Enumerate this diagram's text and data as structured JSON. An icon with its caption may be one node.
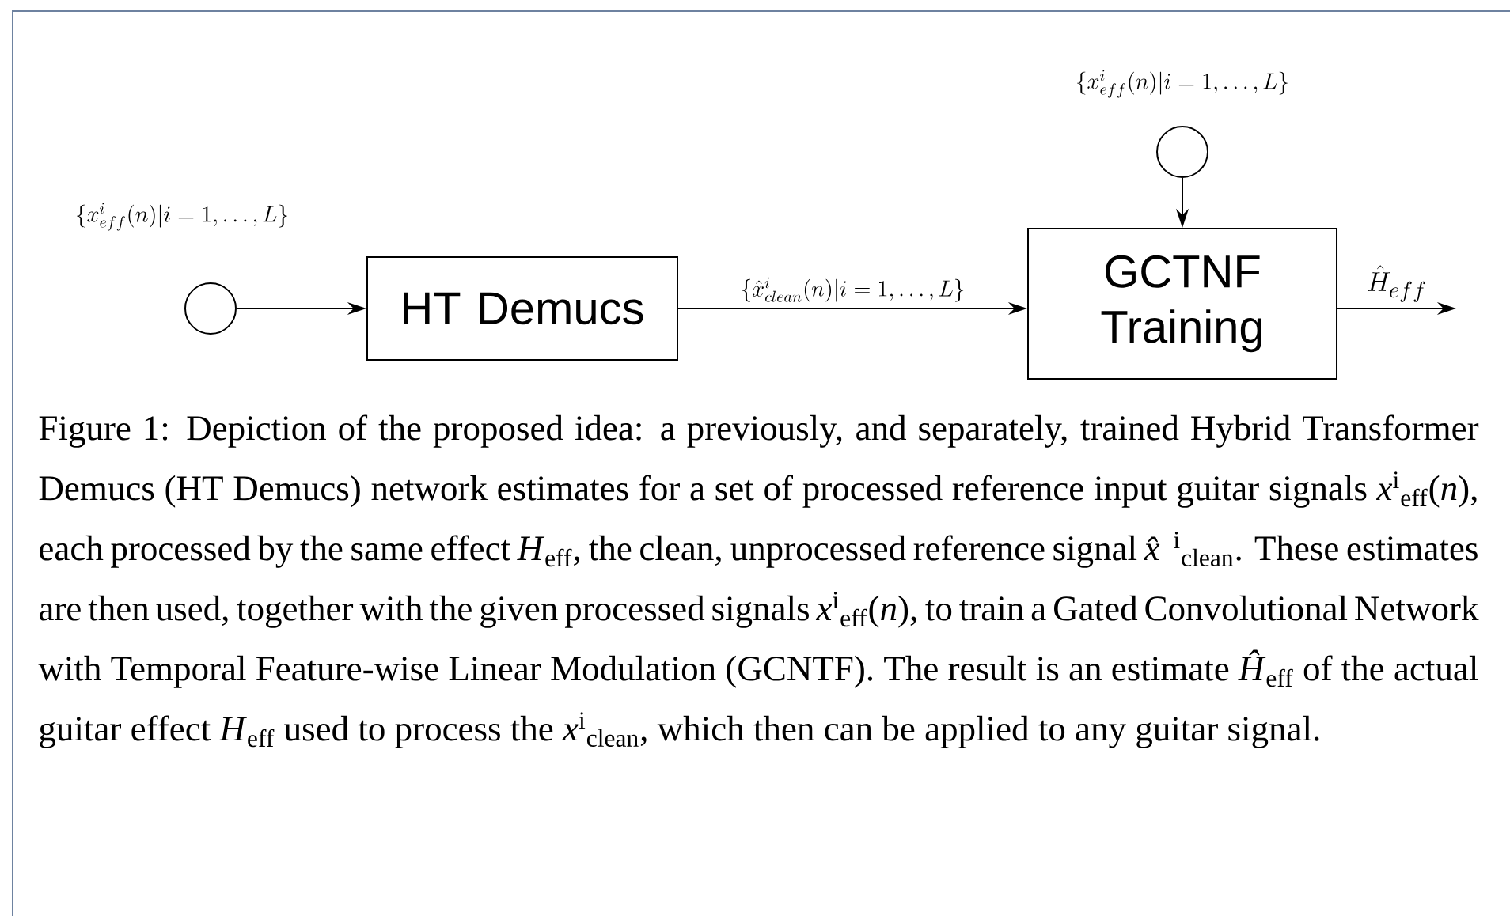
{
  "diagram": {
    "caption": "Figure 1: Depiction of the proposed idea: a previously, and separately, trained Hybrid Transformer Demucs (HT Demucs) network estimates for a set of processed reference input guitar signals *x*$^{i}$$_{eff}$(*n*), each processed by the same effect *H*$_{eff}$, the clean, unprocessed reference signal *x̂*$^{i}$$_{clean}$. These estimates are then used, together with the given processed signals *x*$^{i}$$_{eff}$(*n*), to train a Gated Convolutional Network with Temporal Feature-wise Linear Modulation (GCNTF). The result is an estimate *Ĥ*$_{eff}$ of the actual guitar effect *H*$_{eff}$ used to process the *x*$^{i}$$_{clean}$, which then can be applied to any guitar signal.",
    "nodes": [
      {
        "text": [],
        "shape": "circle",
        "beside": [
          "\\{x^i_{eff}(n) | i=1,\\ldots,L\\}"
        ]
      },
      {
        "text": [
          "HT Demucs"
        ]
      },
      {
        "text": [],
        "shape": "circle",
        "beside": [
          "\\{x^i_{eff}(n) | i=1,\\ldots,L\\}"
        ]
      },
      {
        "text": [
          "GCTNF Training"
        ]
      }
    ],
    "edges": [
      {
        "from": 0,
        "to": 1,
        "arrow": "to"
      },
      {
        "from": 1,
        "to": 3,
        "arrow": "to",
        "label": "\\{\\hat{x}^i_{clean}(n) | i=1,\\ldots,L\\}"
      },
      {
        "from": 2,
        "to": 3,
        "arrow": "to"
      },
      {
        "from": 3,
        "to": null,
        "arrow": "to",
        "label": "\\hat{H}_{eff}"
      }
    ]
  }
}
